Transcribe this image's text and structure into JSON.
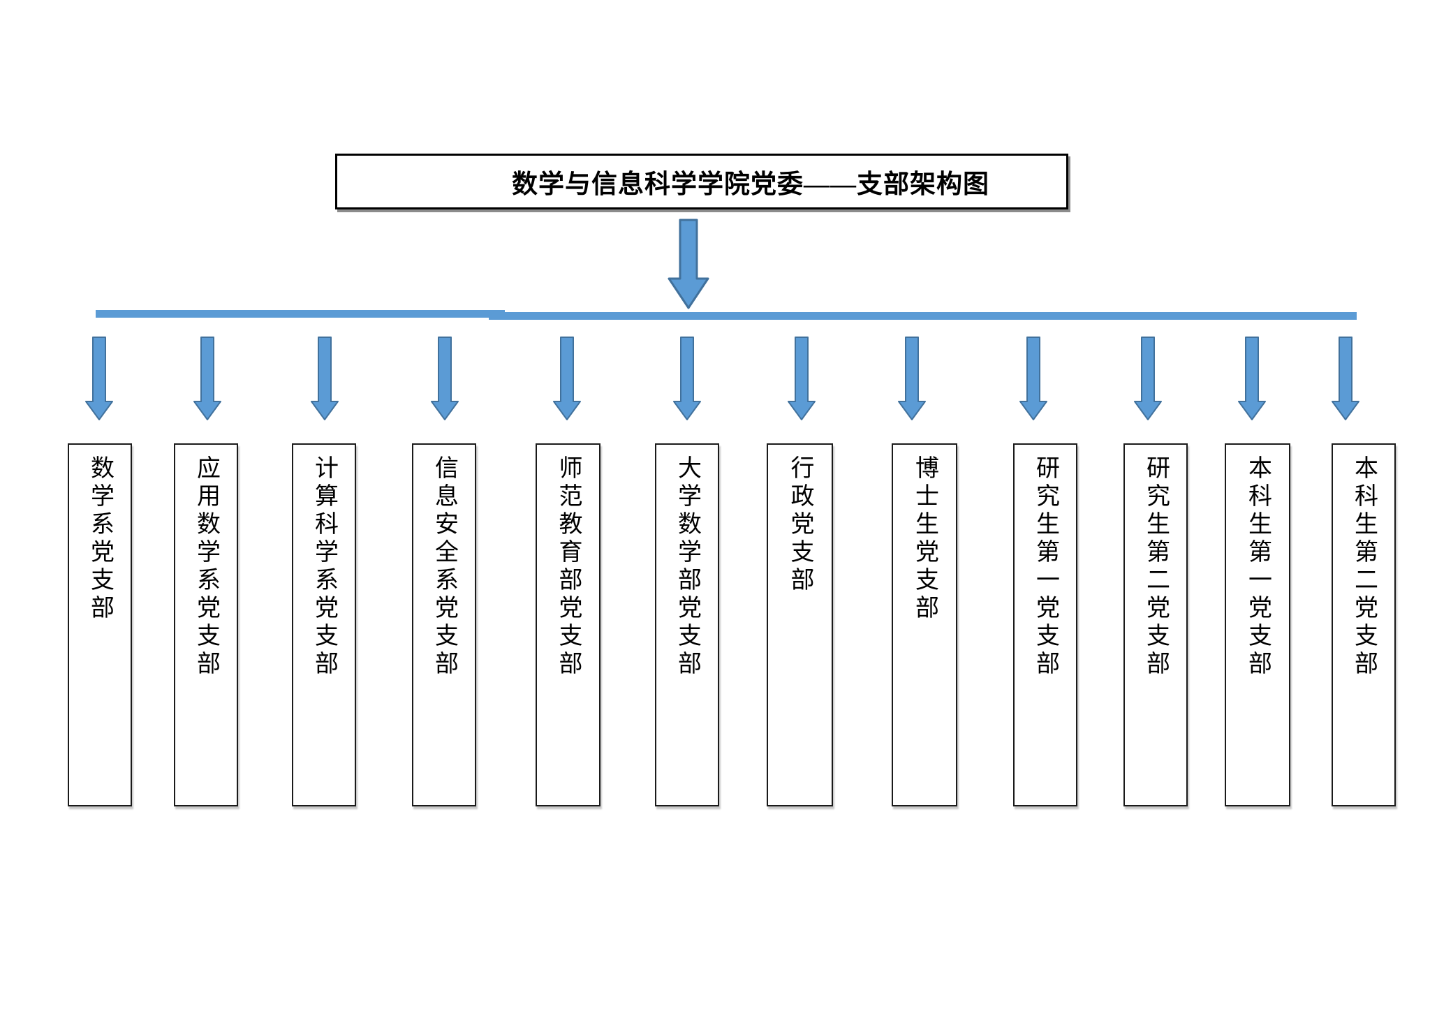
{
  "colors": {
    "accent": "#5b9bd5",
    "accent_border": "#41719c",
    "box_border": "#1a1a1a",
    "text": "#000000",
    "bg": "#ffffff"
  },
  "title": {
    "text": "数学与信息科学学院党委——支部架构图"
  },
  "branches": [
    {
      "label": "数学系党支部"
    },
    {
      "label": "应用数学系党支部"
    },
    {
      "label": "计算科学系党支部"
    },
    {
      "label": "信息安全系党支部"
    },
    {
      "label": "师范教育部党支部"
    },
    {
      "label": "大学数学部党支部"
    },
    {
      "label": "行政党支部"
    },
    {
      "label": "博士生党支部"
    },
    {
      "label": "研究生第一党支部"
    },
    {
      "label": "研究生第二党支部"
    },
    {
      "label": "本科生第一党支部"
    },
    {
      "label": "本科生第二党支部"
    }
  ]
}
